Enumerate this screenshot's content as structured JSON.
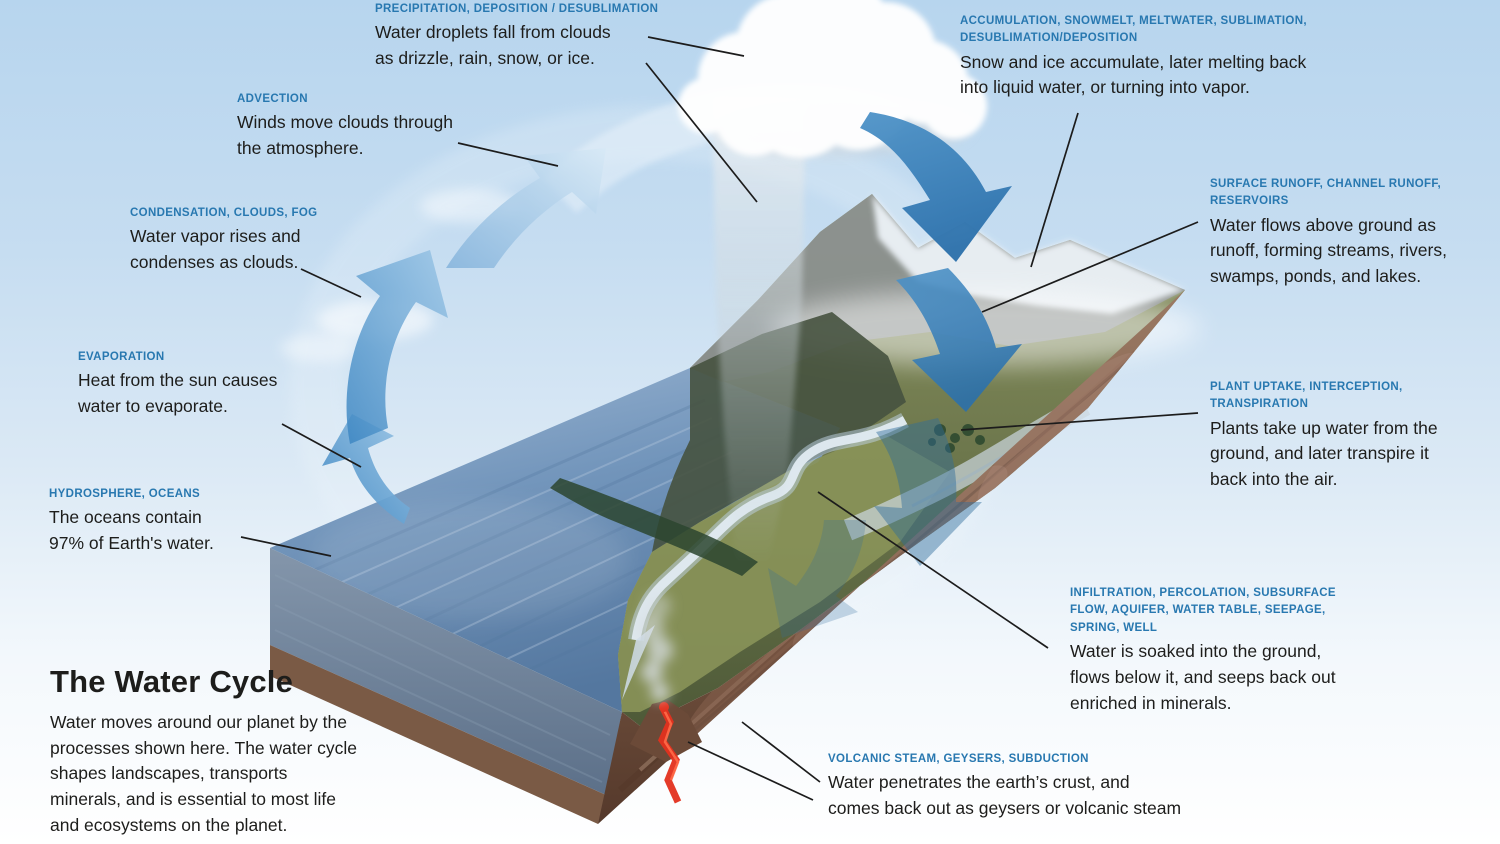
{
  "title": "The Water Cycle",
  "intro": "Water moves around our planet by the processes shown here. The water cycle shapes landscapes, transports minerals, and is essential to most life and ecosystems on the planet.",
  "labels": {
    "precipitation": {
      "category": "PRECIPITATION, DEPOSITION / DESUBLIMATION",
      "text": "Water droplets fall from clouds\nas drizzle, rain, snow, or ice."
    },
    "advection": {
      "category": "ADVECTION",
      "text": "Winds move clouds through\nthe atmosphere."
    },
    "condensation": {
      "category": "CONDENSATION, CLOUDS, FOG",
      "text": "Water vapor rises and\ncondenses as clouds."
    },
    "evaporation": {
      "category": "EVAPORATION",
      "text": "Heat from the sun causes\nwater to evaporate."
    },
    "hydrosphere": {
      "category": "HYDROSPHERE, OCEANS",
      "text": "The oceans contain\n97% of Earth's water."
    },
    "accumulation": {
      "category": "ACCUMULATION, SNOWMELT, MELTWATER, SUBLIMATION,\nDESUBLIMATION/DEPOSITION",
      "text": "Snow and ice accumulate, later melting back\ninto liquid water, or turning into vapor."
    },
    "surface_runoff": {
      "category": "SURFACE RUNOFF, CHANNEL RUNOFF,\nRESERVOIRS",
      "text": "Water flows above ground as\nrunoff, forming streams, rivers,\nswamps, ponds, and lakes."
    },
    "plant_uptake": {
      "category": "PLANT UPTAKE, INTERCEPTION,\nTRANSPIRATION",
      "text": "Plants take up water from the\nground, and later transpire it\nback into the air."
    },
    "infiltration": {
      "category": "INFILTRATION, PERCOLATION, SUBSURFACE\nFLOW, AQUIFER, WATER TABLE, SEEPAGE,\nSPRING, WELL",
      "text": "Water is soaked into the ground,\nflows below it, and seeps back out\nenriched in minerals."
    },
    "volcanic": {
      "category": "VOLCANIC STEAM, GEYSERS, SUBDUCTION",
      "text": "Water penetrates the earth’s crust, and\ncomes back out as geysers or volcanic steam"
    }
  },
  "colors": {
    "category_label": "#2878b0",
    "body_text": "#1d1d1b",
    "sky_top": "#b7d5ee",
    "sky_bottom": "#ffffff",
    "arrow_blue": "#3581bd",
    "ocean_blue": "#6f93ba",
    "rock_brown": "#7d5b46",
    "lava_red": "#e3301d"
  }
}
